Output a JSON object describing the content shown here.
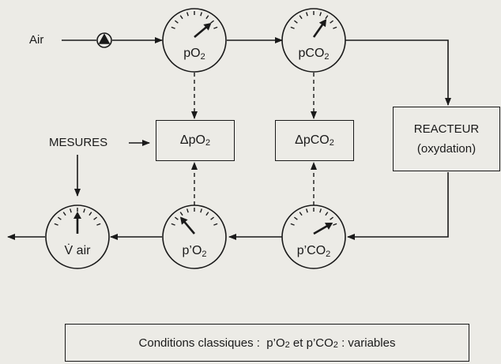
{
  "inputs": {
    "air": "Air"
  },
  "measures": {
    "label": "MESURES"
  },
  "gauges": {
    "po2": {
      "main": "pO",
      "sub": "2",
      "tail": ""
    },
    "pco2": {
      "main": "pCO",
      "sub": "2",
      "tail": ""
    },
    "pprime_o2": {
      "main": "p’O",
      "sub": "2",
      "tail": ""
    },
    "pprime_co2": {
      "main": "p’CO",
      "sub": "2",
      "tail": ""
    },
    "vair": {
      "main": "V̇ air",
      "sub": "",
      "tail": ""
    }
  },
  "delta_boxes": {
    "dpo2": {
      "main": "ΔpO",
      "sub": "2"
    },
    "dpco2": {
      "main": "ΔpCO",
      "sub": "2"
    }
  },
  "reactor": {
    "title": "REACTEUR",
    "subtitle": "(oxydation)"
  },
  "conditions": {
    "prefix": "Conditions classiques :",
    "a_main": "p’O",
    "a_sub": "2",
    "mid": " et ",
    "b_main": "p’CO",
    "b_sub": "2",
    "suffix": " : variables"
  }
}
